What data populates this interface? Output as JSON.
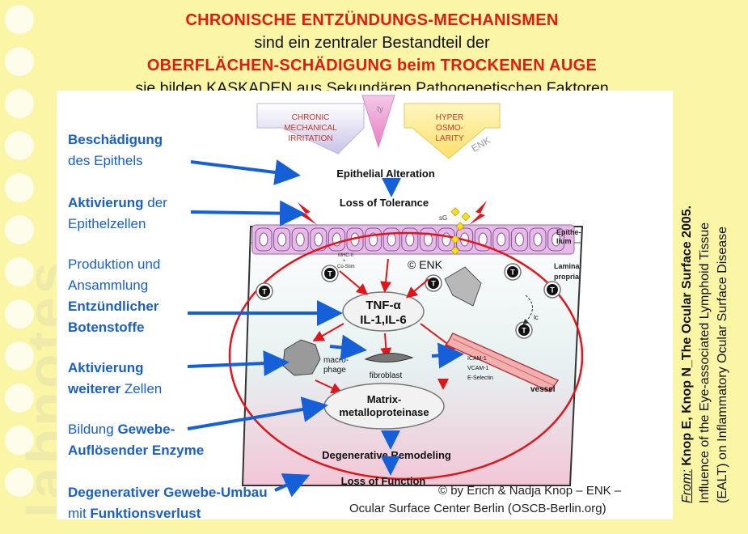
{
  "header": {
    "line1": "CHRONISCHE ENTZÜNDUNGS-MECHANISMEN",
    "line2": "sind ein zentraler Bestandteil der",
    "line3": "OBERFLÄCHEN-SCHÄDIGUNG beim TROCKENEN AUGE",
    "line4": "sie bilden KASKADEN aus Sekundären Pathogenetischen Faktoren"
  },
  "watermark": "labnotes",
  "diagram": {
    "top_arrows": {
      "left": [
        "CHRONIC",
        "MECHANICAL",
        "IRRITATION"
      ],
      "center": "ty",
      "right": [
        "HYPER",
        "OSMO-",
        "LARITY"
      ],
      "enk": "ENK"
    },
    "steps": {
      "epithelial_alteration": "Epithelial Alteration",
      "loss_of_tolerance": "Loss of Tolerance",
      "degenerative_remodeling": "Degenerative Remodeling",
      "loss_of_function": "Loss of Function"
    },
    "labels": {
      "epithelium": [
        "Epithe-",
        "lium"
      ],
      "lamina_propria": [
        "Lamina",
        "propria"
      ],
      "mhc": [
        "MHC-II",
        "+",
        "Co-Stim"
      ],
      "copyright": "© ENK",
      "cytokines_line1": "TNF-α",
      "cytokines_line2": "IL-1,IL-6",
      "macrophage": [
        "macro-",
        "phage"
      ],
      "fibroblast": "fibroblast",
      "adhesion": [
        "ICAM-1",
        "VCAM-1",
        "E-Selectin"
      ],
      "vessel": "vessel",
      "matrix_line1": "Matrix-",
      "matrix_line2": "metalloproteinase",
      "sg": "sG",
      "lc": "lc",
      "t_cell": "T"
    }
  },
  "left_labels": [
    {
      "bold": "Beschädigung",
      "rest": "",
      "line2": "des Epithels",
      "line2_bold": false
    },
    {
      "bold": "Aktivierung",
      "rest": " der",
      "line2": "Epithelzellen",
      "line2_bold": false
    },
    {
      "bold": "",
      "rest": "Produktion und",
      "line2": "Ansammlung",
      "line3": "Entzündlicher",
      "line4": "Botenstoffe"
    },
    {
      "bold": "Aktivierung",
      "rest": "",
      "line2a": "weiterer",
      "line2b": " Zellen"
    },
    {
      "bold": "",
      "rest": "Bildung ",
      "rest_bold": "Gewebe-",
      "line2": "Auflösender Enzyme"
    },
    {
      "bold": "Degenerativer Gewebe-Umbau",
      "line2a": "mit ",
      "line2b": "Funktionsverlust"
    }
  ],
  "credits": {
    "line1": "© by Erich & Nadja Knop – ENK –",
    "line2": "Ocular Surface Center Berlin (OSCB-Berlin.org)"
  },
  "citation": {
    "from": "From:",
    "authors": " Knop E, Knop N_The Ocular Surface 2005.",
    "line2": "Influence of the Eye-associated Lymphoid Tissue",
    "line3": "(EALT) on Inflammatory Ocular Surface Disease"
  },
  "colors": {
    "title_red": "#e21b0c",
    "label_blue": "#1a5fc4",
    "arrow_blue": "#1560d8",
    "arrow_red": "#e0141a",
    "background_yellow": "#fbf6a6",
    "epithelium_pink": "#e8b8e6"
  }
}
